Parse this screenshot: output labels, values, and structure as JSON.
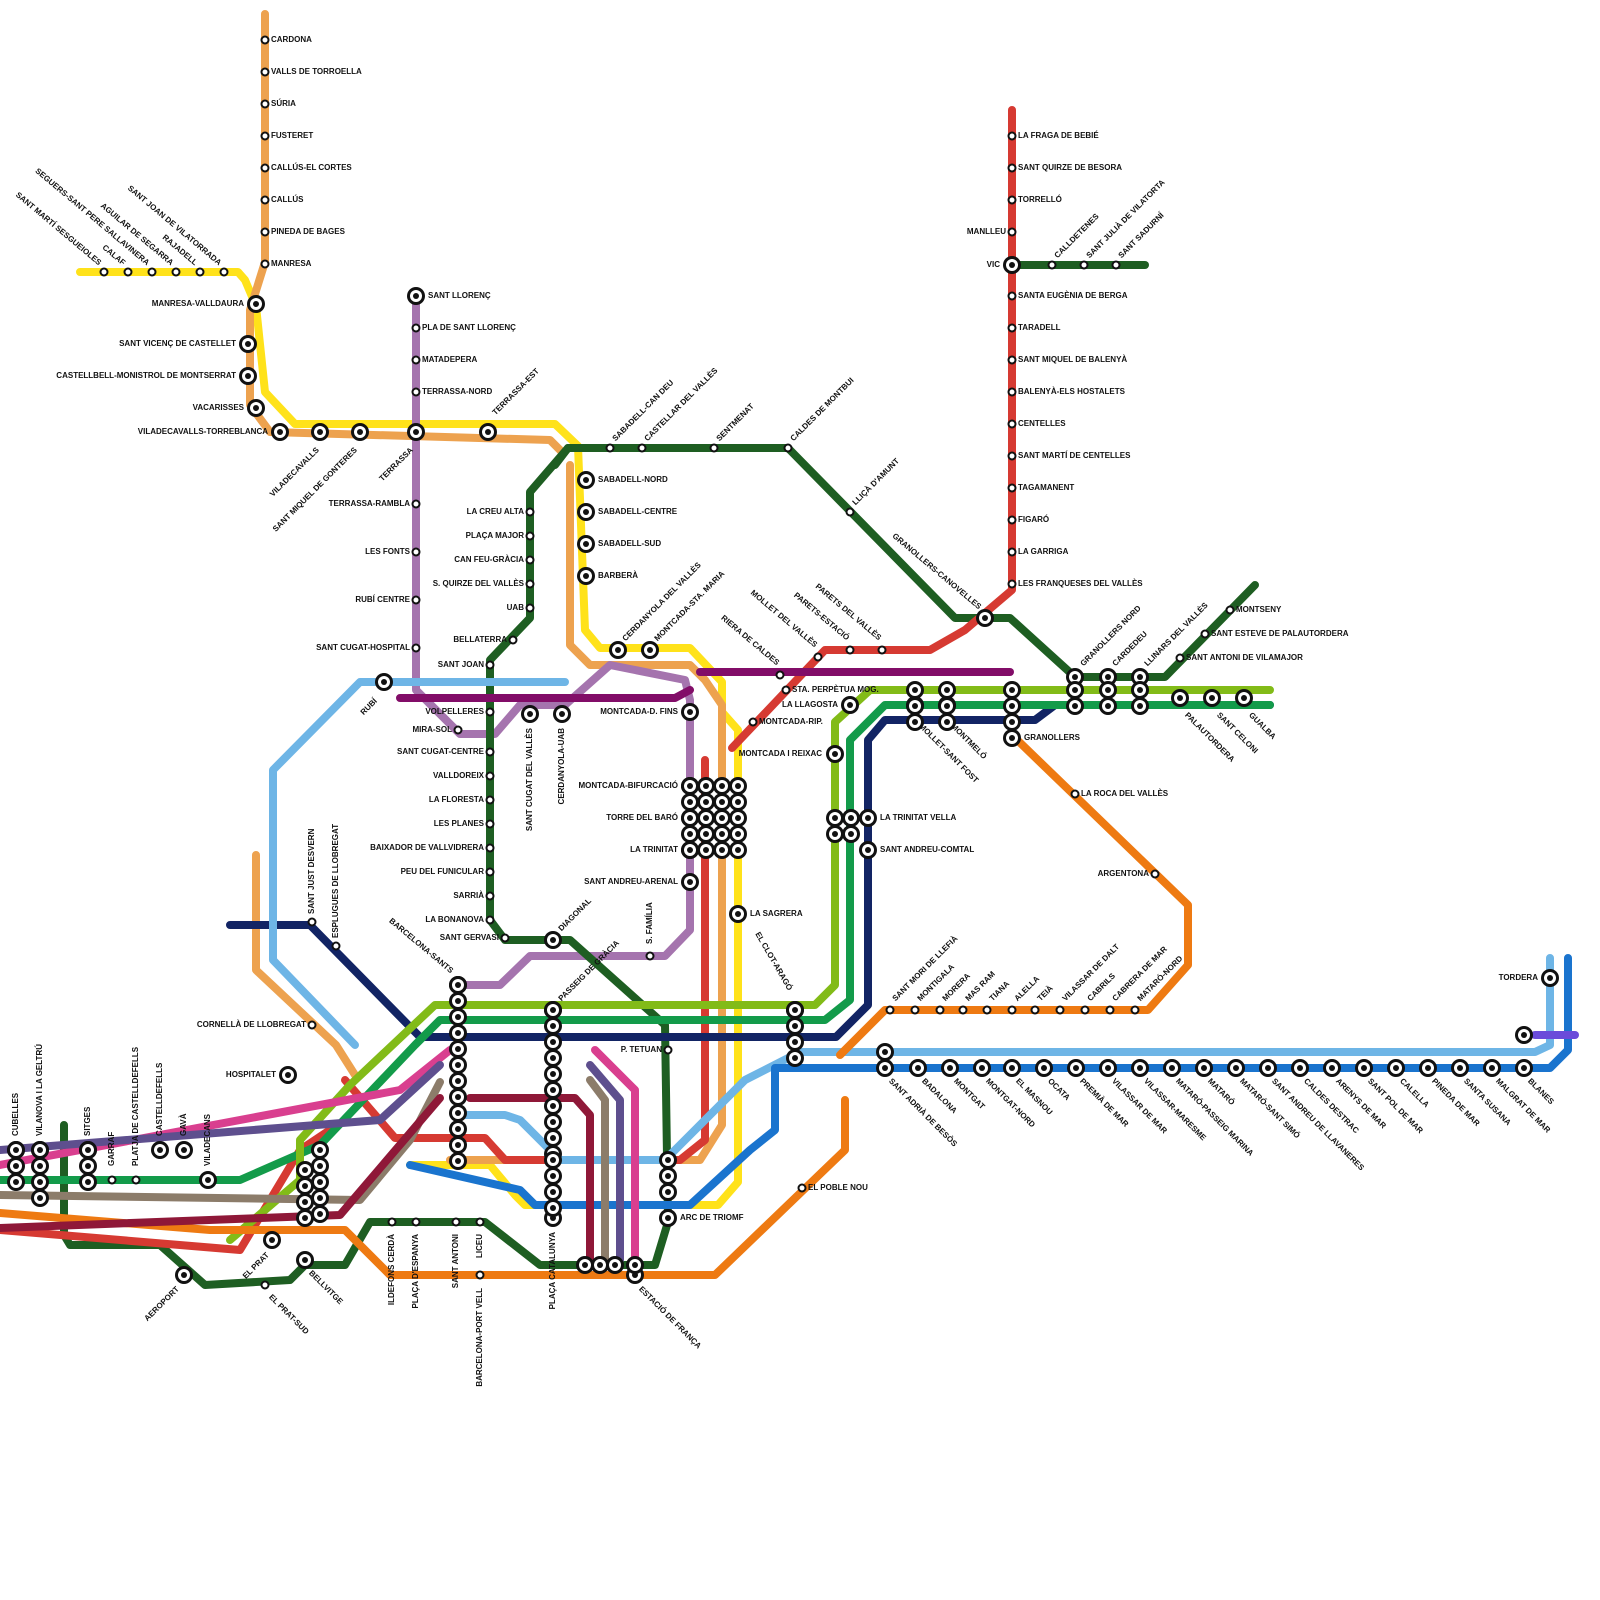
{
  "colors": {
    "yellow": "#FFE21A",
    "orange_light": "#EDA24F",
    "orange": "#EE7A12",
    "red": "#D63A32",
    "dark_green": "#1E5E22",
    "green": "#139B4A",
    "lime": "#82BB18",
    "light_blue": "#6EB5E6",
    "blue": "#1A74CE",
    "navy": "#122464",
    "purple_light": "#A574AE",
    "magenta": "#D93F8F",
    "plum": "#5E4F8E",
    "maroon": "#8F1838",
    "wine": "#820D68",
    "taupe": "#8C7C6A",
    "violet": "#6A4BDA"
  },
  "stations": {
    "cardona": "CARDONA",
    "valls_de_torroella": "VALLS DE TORROELLA",
    "suria": "SÚRIA",
    "fusteret": "FUSTERET",
    "callus_el_cortes": "CALLÚS-EL CORTES",
    "callus": "CALLÚS",
    "pineda_de_bages": "PINEDA DE BAGES",
    "manresa": "MANRESA",
    "manresa_valldaura": "MANRESA-VALLDAURA",
    "sant_vicenc_de_castellet": "SANT VICENÇ DE CASTELLET",
    "castellbell": "CASTELLBELL-MONISTROL DE MONTSERRAT",
    "vacarisses": "VACARISSES",
    "viladecavalls_torreblanca": "VILADECAVALLS-TORREBLANCA",
    "viladecavalls": "VILADECAVALLS",
    "sant_miquel_de_gonteres": "SANT MIQUEL DE GONTERES",
    "terrassa": "TERRASSA",
    "terrassa_est": "TERRASSA-EST",
    "sant_llorenc": "SANT LLORENÇ",
    "pla_de_sant_llorenc": "PLA DE SANT LLORENÇ",
    "matadepera": "MATADEPERA",
    "terrassa_nord": "TERRASSA-NORD",
    "terrassa_rambla": "TERRASSA-RAMBLA",
    "les_fonts": "LES FONTS",
    "rubi_centre": "RUBÍ CENTRE",
    "sant_cugat_hospital": "SANT CUGAT-HOSPITAL",
    "rubi": "RUBÍ",
    "sant_marti_sesgueioles": "SANT MARTÍ SESGUEIOLES",
    "calaf": "CALAF",
    "seguers": "SEGUERS-SANT PERE SALLAVINERA",
    "aguilar_de_segarra": "AGUILAR DE SEGARRA",
    "rajadell": "RAJADELL",
    "sant_joan_de_vilatorrada": "SANT JOAN DE VILATORRADA",
    "sabadell_can_deu": "SABADELL-CAN DEU",
    "castellar_del_valles": "CASTELLAR DEL VALLÈS",
    "sentmenat": "SENTMENAT",
    "caldes_de_montbui": "CALDES DE MONTBUI",
    "llica_d_amunt": "LLIÇÀ D'AMUNT",
    "granollers_canovelles": "GRANOLLERS-CANOVELLES",
    "sabadell_nord": "SABADELL-NORD",
    "sabadell_centre": "SABADELL-CENTRE",
    "sabadell_sud": "SABADELL-SUD",
    "barbera": "BARBERÀ",
    "la_creu_alta": "LA CREU ALTA",
    "placa_major": "PLAÇA MAJOR",
    "can_feu_gracia": "CAN FEU-GRÀCIA",
    "s_quirze_del_valles": "S. QUIRZE DEL VALLÈS",
    "uab": "UAB",
    "bellaterra": "BELLATERRA",
    "sant_joan": "SANT JOAN",
    "cerdanyola_del_valles": "CERDANYOLA DEL VALLÈS",
    "montcada_sta_maria": "MONTCADA-STA. MARIA",
    "volpelleres": "VOLPELLERES",
    "mira_sol": "MIRA-SOL",
    "sant_cugat_centre": "SANT CUGAT-CENTRE",
    "valldoreix": "VALLDOREIX",
    "la_floresta": "LA FLORESTA",
    "les_planes": "LES PLANES",
    "baixador_de_vallvidrera": "BAIXADOR DE VALLVIDRERA",
    "peu_del_funicular": "PEU DEL FUNICULAR",
    "sarria": "SARRIÀ",
    "la_bonanova": "LA BONANOVA",
    "sant_gervasi": "SANT GERVASI",
    "sant_cugat_del_valles": "SANT CUGAT DEL VALLÈS",
    "cerdanyola_uab": "CERDANYOLA-UAB",
    "montcada_d_fins": "MONTCADA-D. FINS",
    "montcada_bifurcacio": "MONTCADA-BIFURCACIÓ",
    "torre_del_baro": "TORRE DEL BARÓ",
    "la_trinitat": "LA TRINITAT",
    "sant_andreu_arenal": "SANT ANDREU-ARENAL",
    "la_sagrera": "LA SAGRERA",
    "montcada_rip": "MONTCADA-RIP.",
    "montcada_i_reixac": "MONTCADA I REIXAC",
    "riera_de_caldes": "RIERA DE CALDES",
    "mollet_del_valles": "MOLLET DEL VALLÈS",
    "parets_estacio": "PARETS-ESTACIÓ",
    "parets_del_valles": "PARETS DEL VALLÈS",
    "sta_perpetua_mog": "STA. PERPÈTUA MOG.",
    "la_llagosta": "LA LLAGOSTA",
    "mollet_sant_fost": "MOLLET-SANT FOST",
    "montmelo": "MONTMELÓ",
    "granollers": "GRANOLLERS",
    "la_trinitat_vella": "LA TRINITAT VELLA",
    "sant_andreu_comtal": "SANT ANDREU-COMTAL",
    "la_fraga_de_bebie": "LA FRAGA DE BEBIÉ",
    "sant_quirze_de_besora": "SANT QUIRZE DE BESORA",
    "torrello": "TORRELLÓ",
    "manlleu": "MANLLEU",
    "vic": "VIC",
    "santa_eugenia_de_berga": "SANTA EUGÈNIA DE BERGA",
    "taradell": "TARADELL",
    "sant_miquel_de_balenya": "SANT MIQUEL DE BALENYÀ",
    "balenya_els_hostalets": "BALENYÀ-ELS HOSTALETS",
    "centelles": "CENTELLES",
    "sant_marti_de_centelles": "SANT MARTÍ DE CENTELLES",
    "tagamanent": "TAGAMANENT",
    "figaro": "FIGARÓ",
    "la_garriga": "LA GARRIGA",
    "les_franqueses_del_valles": "LES FRANQUESES DEL VALLÈS",
    "calldetenes": "CALLDETENES",
    "sant_julia_de_vilatorta": "SANT JULIÀ DE VILATORTA",
    "sant_sadurni": "SANT SADURNÍ",
    "granollers_nord": "GRANOLLERS NORD",
    "cardedeu": "CARDEDEU",
    "llinars_del_valles": "LLINARS DEL VALLÈS",
    "montseny": "MONTSENY",
    "sant_esteve_de_palautordera": "SANT ESTEVE DE PALAUTORDERA",
    "sant_antoni_de_vilamajor": "SANT ANTONI DE VILAMAJOR",
    "palautordera": "PALAUTORDERA",
    "sant_celoni": "SANT CELONI",
    "gualba": "GUALBA",
    "la_roca_del_valles": "LA ROCA DEL VALLÈS",
    "argentona": "ARGENTONA",
    "el_clot_arago": "EL CLOT-ARAGÓ",
    "s_familia": "S. FAMÍLIA",
    "p_tetuan": "P. TETUAN",
    "arc_de_triomf": "ARC DE TRIOMF",
    "el_poble_nou": "EL POBLE NOU",
    "estacio_de_franca": "ESTACIÓ DE FRANÇA",
    "placa_catalunya": "PLAÇA CATALUNYA",
    "passeig_de_gracia": "PASSEIG DE GRÀCIA",
    "diagonal": "DIAGONAL",
    "barcelona_sants": "BARCELONA-SANTS",
    "sant_just_desvern": "SANT JUST DESVERN",
    "esplugues_de_llobregat": "ESPLUGUES DE LLOBREGAT",
    "cornella_de_llobregat": "CORNELLÀ DE LLOBREGAT",
    "hospitalet": "HOSPITALET",
    "ildefons_cerda": "ILDEFONS CERDÀ",
    "placa_d_espanya": "PLAÇA D'ESPANYA",
    "sant_antoni": "SANT ANTONI",
    "liceu": "LICEU",
    "barcelona_port_vell": "BARCELONA-PORT VELL",
    "bellvitge": "BELLVITGE",
    "el_prat": "EL PRAT",
    "el_prat_sud": "EL PRAT-SUD",
    "aeroport": "AEROPORT",
    "viladecans": "VILADECANS",
    "gava": "GAVÀ",
    "castelldefells": "CASTELLDEFELLS",
    "platja_de_castelldefells": "PLATJA DE CASTELLDEFELLS",
    "garraf": "GARRAF",
    "sitges": "SITGES",
    "vilanova_i_la_geltru": "VILANOVA I LA GELTRÚ",
    "cubelles": "CUBELLES",
    "sant_mori_de_llefia": "SANT MORI DE LLEFIÀ",
    "montigala": "MONTIGALA",
    "morera": "MORERA",
    "mas_ram": "MAS RAM",
    "tiana": "TIANA",
    "alella": "ALELLA",
    "teia": "TEIÀ",
    "vilassar_de_dalt": "VILASSAR DE DALT",
    "cabrils": "CABRILS",
    "cabrera_de_mar": "CABRERA DE MAR",
    "mataro_nord": "MATARÓ-NORD",
    "tordera": "TORDERA",
    "sant_adria_de_besos": "SANT ADRIÀ DE BESÒS",
    "badalona": "BADALONA",
    "montgat": "MONTGAT",
    "montgat_nord": "MONTGAT-NORD",
    "el_masnou": "EL MASNOU",
    "ocata": "OCATA",
    "premia_de_mar": "PREMIÀ DE MAR",
    "vilassar_de_mar": "VILASSAR DE MAR",
    "vilassar_maresme": "VILASSAR-MARESME",
    "mataro_passeig_marina": "MATARÓ-PASSEIG MARINA",
    "mataro": "MATARÓ",
    "mataro_sant_simo": "MATARÓ-SANT SIMÓ",
    "sant_andreu_de_llavaneres": "SANT ANDREU DE LLAVANERES",
    "caldes_destrac": "CALDES DESTRAC",
    "arenys_de_mar": "ARENYS DE MAR",
    "sant_pol_de_mar": "SANT POL DE MAR",
    "calella": "CALELLA",
    "pineda_de_mar": "PINEDA DE MAR",
    "santa_susana": "SANTA SUSANA",
    "malgrat_de_mar": "MALGRAT DE MAR",
    "blanes": "BLANES"
  }
}
